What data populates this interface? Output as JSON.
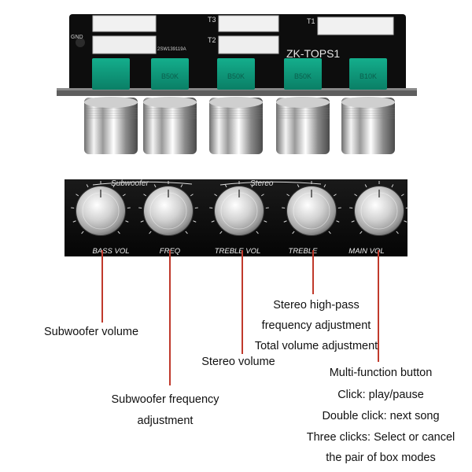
{
  "pcb": {
    "model": "ZK-TOPS1",
    "silk_gnd": "GND",
    "silk_code": "2SW139119A",
    "connectors": [
      "T3",
      "T2",
      "T1"
    ],
    "pot_values": [
      "B50K",
      "B50K",
      "B50K",
      "B10K"
    ]
  },
  "panel": {
    "group_subwoofer": "Subwoofer",
    "group_stereo": "Stereo",
    "knobs": [
      {
        "label": "BASS VOL"
      },
      {
        "label": "FREQ"
      },
      {
        "label": "TREBLE VOL"
      },
      {
        "label": "TREBLE"
      },
      {
        "label": "MAIN VOL"
      }
    ]
  },
  "callouts": {
    "subwoofer_volume": "Subwoofer volume",
    "subwoofer_freq_line1": "Subwoofer frequency",
    "subwoofer_freq_line2": "adjustment",
    "stereo_volume": "Stereo volume",
    "highpass_line1": "Stereo high-pass",
    "highpass_line2": "frequency adjustment",
    "total_volume": "Total volume adjustment",
    "multi_title": "Multi-function button",
    "multi_click": "Click: play/pause",
    "multi_double": "Double click: next song",
    "multi_three_line1": "Three clicks: Select or cancel",
    "multi_three_line2": "the pair of box modes"
  },
  "colors": {
    "board": "#0d0d0d",
    "pot_green": "#0e9a7c",
    "leader": "#c0392b",
    "chrome": "#d8d8d8"
  }
}
